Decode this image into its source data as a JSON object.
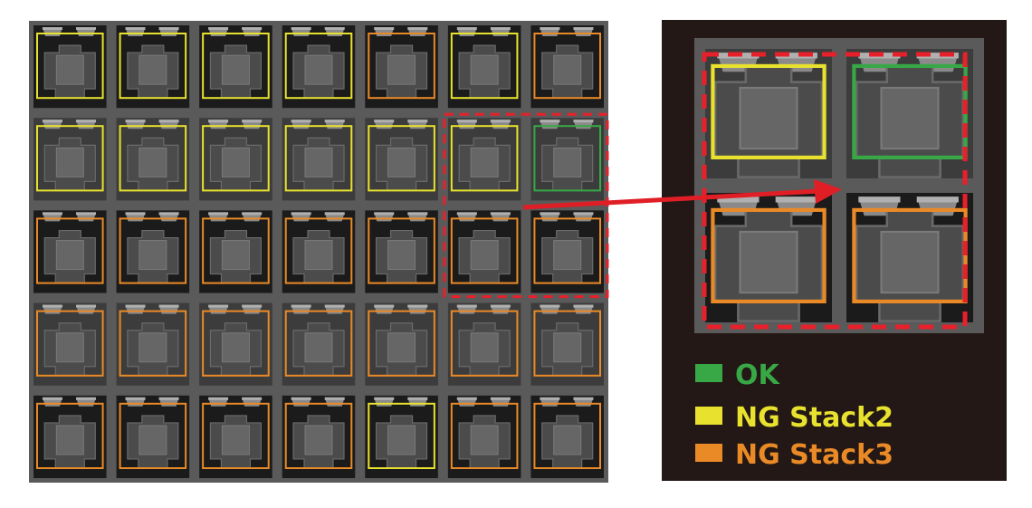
{
  "grid": {
    "rows": 5,
    "cols": 7,
    "status": [
      [
        "ng2",
        "ng2",
        "ng2",
        "ng2",
        "ng3",
        "ng2",
        "ng3"
      ],
      [
        "ng2",
        "ng2",
        "ng2",
        "ng2",
        "ng2",
        "ng2",
        "ok"
      ],
      [
        "ng3",
        "ng3",
        "ng3",
        "ng3",
        "ng3",
        "ng3",
        "ng3"
      ],
      [
        "ng3",
        "ng3",
        "ng3",
        "ng3",
        "ng3",
        "ng3",
        "ng3"
      ],
      [
        "ng3",
        "ng3",
        "ng3",
        "ng3",
        "ng2",
        "ng3",
        "ng3"
      ]
    ],
    "highlight": {
      "rows": [
        1,
        2
      ],
      "cols": [
        5,
        6
      ]
    }
  },
  "zoom": {
    "status": [
      [
        "ng2",
        "ok"
      ],
      [
        "ng3",
        "ng3"
      ]
    ]
  },
  "colors": {
    "ok": "#38a847",
    "ng2": "#e8e22e",
    "ng3": "#ea8a27",
    "highlight": "#e8202a",
    "arrow": "#e01e25",
    "grid_bg": "#5a5a5a",
    "zoom_bg": "#231815"
  },
  "legend": [
    {
      "key": "ok",
      "label": "OK"
    },
    {
      "key": "ng2",
      "label": "NG Stack2"
    },
    {
      "key": "ng3",
      "label": "NG Stack3"
    }
  ]
}
